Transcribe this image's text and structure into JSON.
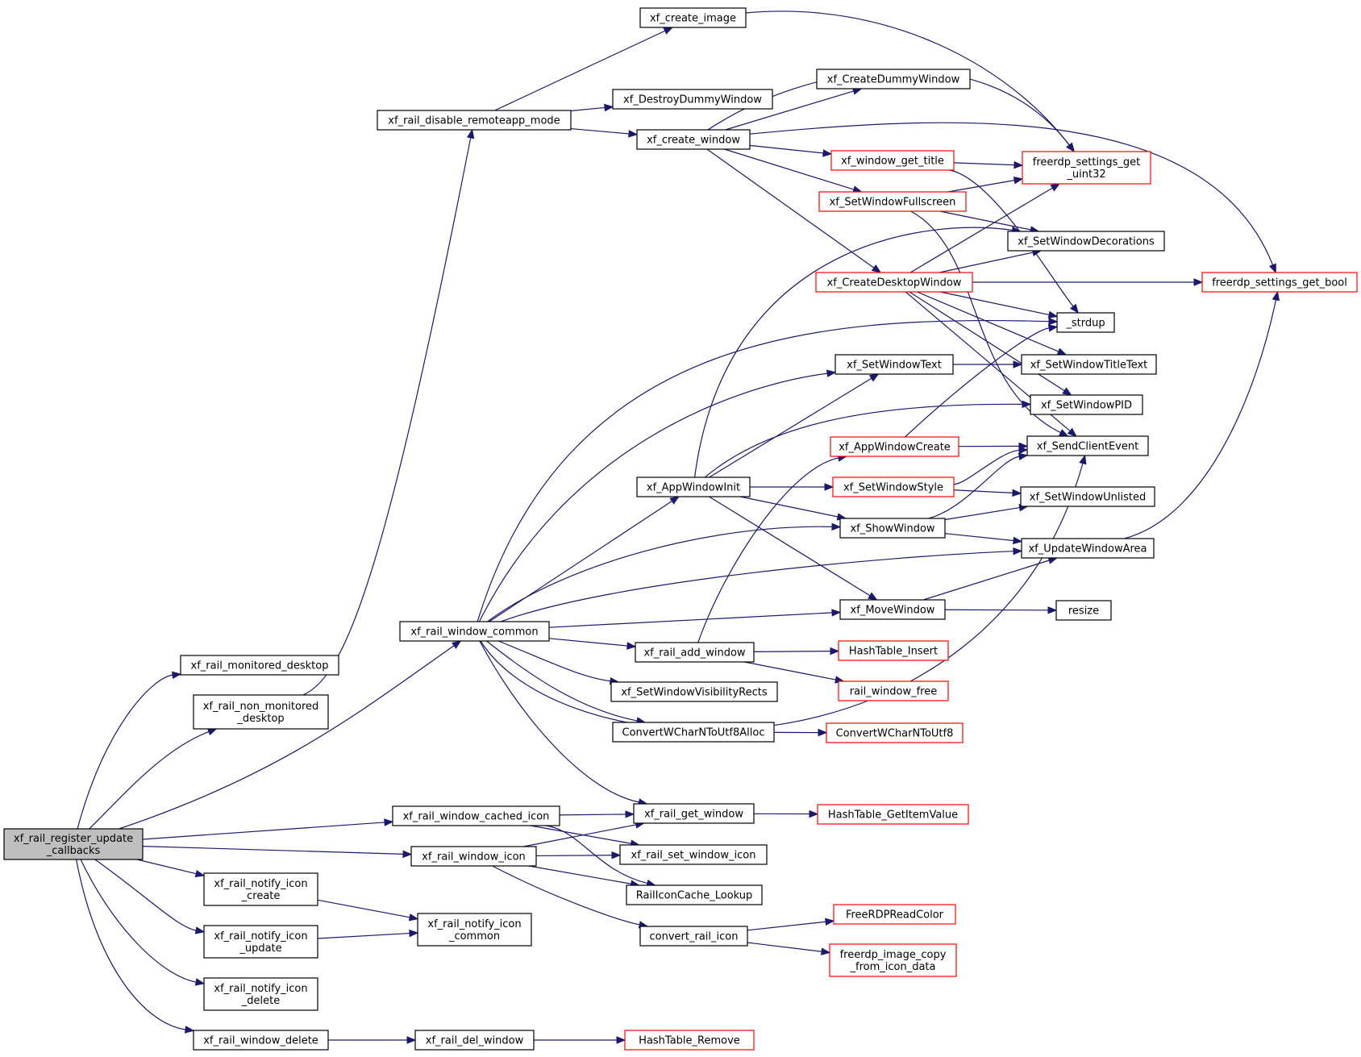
{
  "colors": {
    "edge": "#191970",
    "border_normal": "#000000",
    "border_truncated": "#ff0000",
    "fill_normal": "#ffffff",
    "fill_root": "#bfbfbf"
  },
  "nodes": [
    {
      "id": "root",
      "lines": [
        "xf_rail_register_update",
        "_callbacks"
      ],
      "kind": "root"
    },
    {
      "id": "monitored_desktop",
      "lines": [
        "xf_rail_monitored_desktop"
      ],
      "kind": "normal"
    },
    {
      "id": "non_monitored_desktop",
      "lines": [
        "xf_rail_non_monitored",
        "_desktop"
      ],
      "kind": "normal"
    },
    {
      "id": "window_common",
      "lines": [
        "xf_rail_window_common"
      ],
      "kind": "normal"
    },
    {
      "id": "window_cached_icon",
      "lines": [
        "xf_rail_window_cached_icon"
      ],
      "kind": "normal"
    },
    {
      "id": "window_icon",
      "lines": [
        "xf_rail_window_icon"
      ],
      "kind": "normal"
    },
    {
      "id": "notify_icon_create",
      "lines": [
        "xf_rail_notify_icon",
        "_create"
      ],
      "kind": "normal"
    },
    {
      "id": "notify_icon_update",
      "lines": [
        "xf_rail_notify_icon",
        "_update"
      ],
      "kind": "normal"
    },
    {
      "id": "notify_icon_delete",
      "lines": [
        "xf_rail_notify_icon",
        "_delete"
      ],
      "kind": "normal"
    },
    {
      "id": "window_delete",
      "lines": [
        "xf_rail_window_delete"
      ],
      "kind": "normal"
    },
    {
      "id": "disable_remoteapp",
      "lines": [
        "xf_rail_disable_remoteapp_mode"
      ],
      "kind": "normal"
    },
    {
      "id": "notify_icon_common",
      "lines": [
        "xf_rail_notify_icon",
        "_common"
      ],
      "kind": "normal"
    },
    {
      "id": "del_window",
      "lines": [
        "xf_rail_del_window"
      ],
      "kind": "normal"
    },
    {
      "id": "create_image",
      "lines": [
        "xf_create_image"
      ],
      "kind": "normal"
    },
    {
      "id": "destroy_dummy",
      "lines": [
        "xf_DestroyDummyWindow"
      ],
      "kind": "normal"
    },
    {
      "id": "create_window",
      "lines": [
        "xf_create_window"
      ],
      "kind": "normal"
    },
    {
      "id": "app_window_init",
      "lines": [
        "xf_AppWindowInit"
      ],
      "kind": "normal"
    },
    {
      "id": "rail_add_window",
      "lines": [
        "xf_rail_add_window"
      ],
      "kind": "normal"
    },
    {
      "id": "visibility_rects",
      "lines": [
        "xf_SetWindowVisibilityRects"
      ],
      "kind": "normal"
    },
    {
      "id": "convert_alloc",
      "lines": [
        "ConvertWCharNToUtf8Alloc"
      ],
      "kind": "normal"
    },
    {
      "id": "get_window",
      "lines": [
        "xf_rail_get_window"
      ],
      "kind": "normal"
    },
    {
      "id": "set_window_icon",
      "lines": [
        "xf_rail_set_window_icon"
      ],
      "kind": "normal"
    },
    {
      "id": "icon_cache_lookup",
      "lines": [
        "RailIconCache_Lookup"
      ],
      "kind": "normal"
    },
    {
      "id": "convert_rail_icon",
      "lines": [
        "convert_rail_icon"
      ],
      "kind": "normal"
    },
    {
      "id": "hashtable_remove",
      "lines": [
        "HashTable_Remove"
      ],
      "kind": "truncated"
    },
    {
      "id": "create_dummy",
      "lines": [
        "xf_CreateDummyWindow"
      ],
      "kind": "normal"
    },
    {
      "id": "window_get_title",
      "lines": [
        "xf_window_get_title"
      ],
      "kind": "truncated"
    },
    {
      "id": "set_fullscreen",
      "lines": [
        "xf_SetWindowFullscreen"
      ],
      "kind": "truncated"
    },
    {
      "id": "create_desktop",
      "lines": [
        "xf_CreateDesktopWindow"
      ],
      "kind": "truncated"
    },
    {
      "id": "set_window_text",
      "lines": [
        "xf_SetWindowText"
      ],
      "kind": "normal"
    },
    {
      "id": "app_window_create",
      "lines": [
        "xf_AppWindowCreate"
      ],
      "kind": "truncated"
    },
    {
      "id": "set_window_style",
      "lines": [
        "xf_SetWindowStyle"
      ],
      "kind": "truncated"
    },
    {
      "id": "show_window",
      "lines": [
        "xf_ShowWindow"
      ],
      "kind": "normal"
    },
    {
      "id": "move_window",
      "lines": [
        "xf_MoveWindow"
      ],
      "kind": "normal"
    },
    {
      "id": "hashtable_insert",
      "lines": [
        "HashTable_Insert"
      ],
      "kind": "truncated"
    },
    {
      "id": "rail_window_free",
      "lines": [
        "rail_window_free"
      ],
      "kind": "truncated"
    },
    {
      "id": "convert_utf8",
      "lines": [
        "ConvertWCharNToUtf8"
      ],
      "kind": "truncated"
    },
    {
      "id": "hashtable_get",
      "lines": [
        "HashTable_GetItemValue"
      ],
      "kind": "truncated"
    },
    {
      "id": "read_color",
      "lines": [
        "FreeRDPReadColor"
      ],
      "kind": "truncated"
    },
    {
      "id": "image_copy",
      "lines": [
        "freerdp_image_copy",
        "_from_icon_data"
      ],
      "kind": "truncated"
    },
    {
      "id": "settings_uint32",
      "lines": [
        "freerdp_settings_get",
        "_uint32"
      ],
      "kind": "truncated"
    },
    {
      "id": "set_decorations",
      "lines": [
        "xf_SetWindowDecorations"
      ],
      "kind": "normal"
    },
    {
      "id": "strdup",
      "lines": [
        "_strdup"
      ],
      "kind": "normal"
    },
    {
      "id": "set_title_text",
      "lines": [
        "xf_SetWindowTitleText"
      ],
      "kind": "normal"
    },
    {
      "id": "set_window_pid",
      "lines": [
        "xf_SetWindowPID"
      ],
      "kind": "normal"
    },
    {
      "id": "send_client_event",
      "lines": [
        "xf_SendClientEvent"
      ],
      "kind": "normal"
    },
    {
      "id": "set_unlisted",
      "lines": [
        "xf_SetWindowUnlisted"
      ],
      "kind": "normal"
    },
    {
      "id": "update_area",
      "lines": [
        "xf_UpdateWindowArea"
      ],
      "kind": "normal"
    },
    {
      "id": "resize",
      "lines": [
        "resize"
      ],
      "kind": "normal"
    },
    {
      "id": "settings_bool",
      "lines": [
        "freerdp_settings_get_bool"
      ],
      "kind": "truncated"
    }
  ]
}
